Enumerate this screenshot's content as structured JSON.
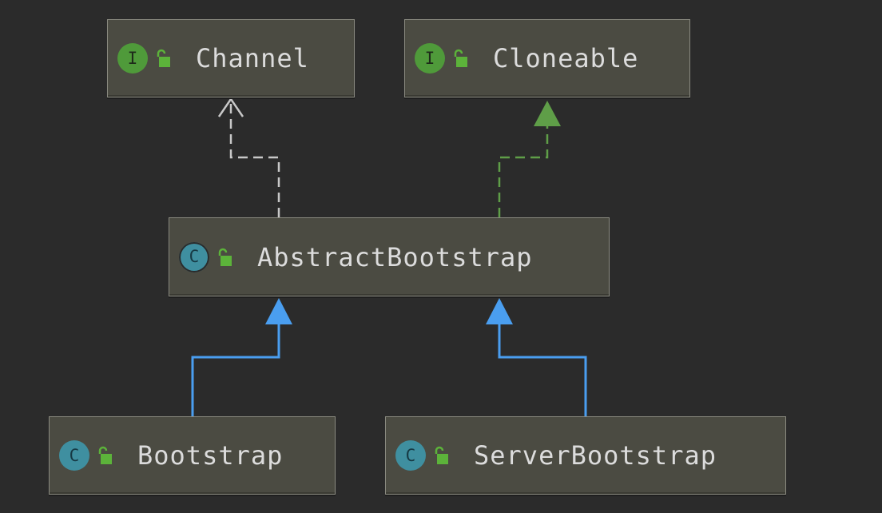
{
  "diagram": {
    "nodes": [
      {
        "id": "channel",
        "label": "Channel",
        "kind": "interface",
        "badge_letter": "I",
        "badge_icon": "interface-icon"
      },
      {
        "id": "cloneable",
        "label": "Cloneable",
        "kind": "interface",
        "badge_letter": "I",
        "badge_icon": "interface-icon"
      },
      {
        "id": "abstract_bootstrap",
        "label": "AbstractBootstrap",
        "kind": "abstract-class",
        "badge_letter": "C",
        "badge_icon": "abstract-class-icon"
      },
      {
        "id": "bootstrap",
        "label": "Bootstrap",
        "kind": "class",
        "badge_letter": "C",
        "badge_icon": "class-icon"
      },
      {
        "id": "server_bootstrap",
        "label": "ServerBootstrap",
        "kind": "class",
        "badge_letter": "C",
        "badge_icon": "class-icon"
      }
    ],
    "edges": [
      {
        "from": "abstract_bootstrap",
        "to": "channel",
        "relation": "implements",
        "color": "#c8c8c8",
        "style": "dashed",
        "arrow": "open"
      },
      {
        "from": "abstract_bootstrap",
        "to": "cloneable",
        "relation": "implements",
        "color": "#5f9e48",
        "style": "dashed",
        "arrow": "filled"
      },
      {
        "from": "bootstrap",
        "to": "abstract_bootstrap",
        "relation": "extends",
        "color": "#4a9ef0",
        "style": "solid",
        "arrow": "filled"
      },
      {
        "from": "server_bootstrap",
        "to": "abstract_bootstrap",
        "relation": "extends",
        "color": "#4a9ef0",
        "style": "solid",
        "arrow": "filled"
      }
    ],
    "colors": {
      "background": "#2b2b2b",
      "node_fill": "#4b4b42",
      "node_border": "#8a8a80",
      "interface_badge": "#4f9a3a",
      "class_badge": "#3f8fa0",
      "lock": "#5cb33a"
    }
  }
}
